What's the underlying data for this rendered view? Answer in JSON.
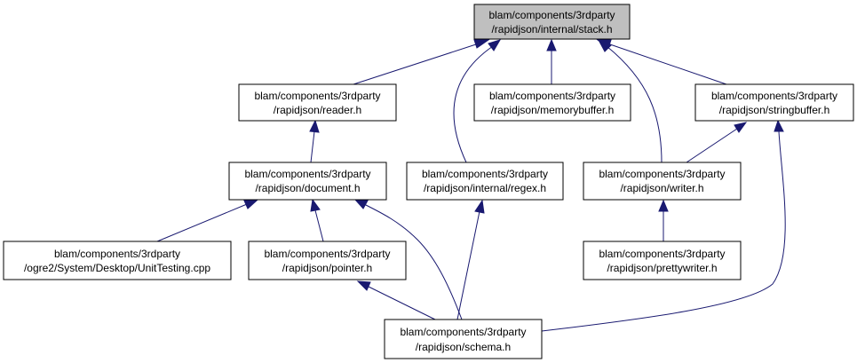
{
  "graph": {
    "nodes": {
      "stack": {
        "line1": "blam/components/3rdparty",
        "line2": "/rapidjson/internal/stack.h"
      },
      "reader": {
        "line1": "blam/components/3rdparty",
        "line2": "/rapidjson/reader.h"
      },
      "memorybuffer": {
        "line1": "blam/components/3rdparty",
        "line2": "/rapidjson/memorybuffer.h"
      },
      "stringbuffer": {
        "line1": "blam/components/3rdparty",
        "line2": "/rapidjson/stringbuffer.h"
      },
      "document": {
        "line1": "blam/components/3rdparty",
        "line2": "/rapidjson/document.h"
      },
      "regex": {
        "line1": "blam/components/3rdparty",
        "line2": "/rapidjson/internal/regex.h"
      },
      "writer": {
        "line1": "blam/components/3rdparty",
        "line2": "/rapidjson/writer.h"
      },
      "unittesting": {
        "line1": "blam/components/3rdparty",
        "line2": "/ogre2/System/Desktop/UnitTesting.cpp"
      },
      "pointer": {
        "line1": "blam/components/3rdparty",
        "line2": "/rapidjson/pointer.h"
      },
      "prettywriter": {
        "line1": "blam/components/3rdparty",
        "line2": "/rapidjson/prettywriter.h"
      },
      "schema": {
        "line1": "blam/components/3rdparty",
        "line2": "/rapidjson/schema.h"
      }
    },
    "colors": {
      "edge": "#191970",
      "current_node_fill": "#bfbfbf",
      "node_fill": "#ffffff",
      "node_border": "#000000"
    }
  }
}
